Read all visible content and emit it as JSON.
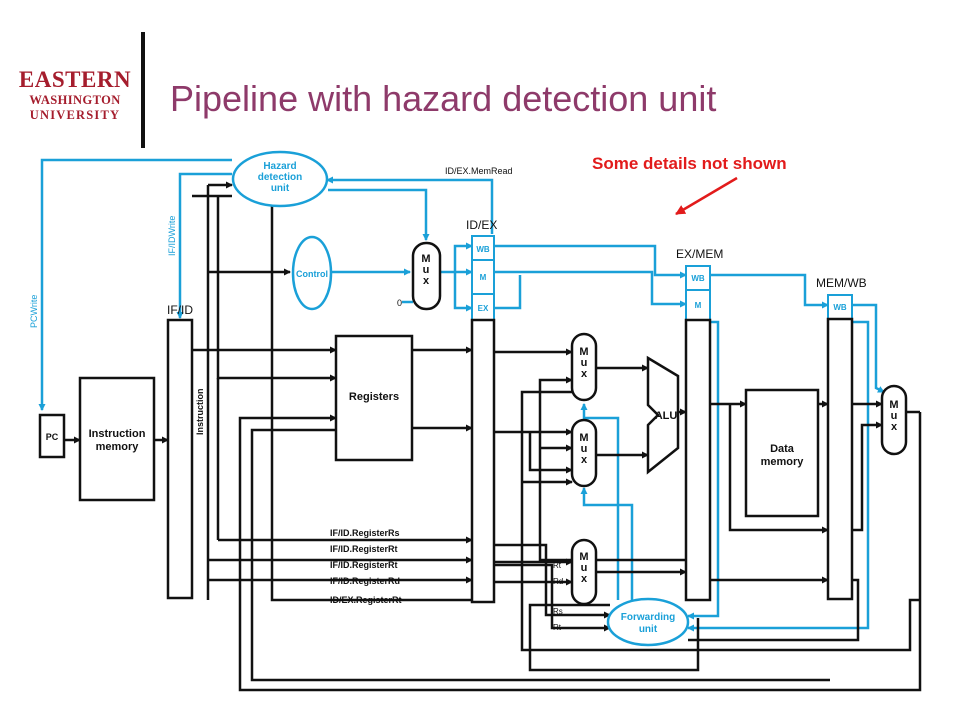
{
  "header": {
    "logo": {
      "line1": "EASTERN",
      "line2": "WASHINGTON",
      "line3": "UNIVERSITY"
    },
    "title": "Pipeline with hazard detection unit",
    "note": "Some details not shown"
  },
  "colors": {
    "title": "#8e3a6a",
    "note": "#e21b1b",
    "control": "#1aa0d8",
    "datapath": "#111111",
    "logo": "#a51d2d"
  },
  "diagram": {
    "hazard_unit": "Hazard detection unit",
    "control": "Control",
    "mux_label": "Mux",
    "pc": "PC",
    "instruction_memory": "Instruction memory",
    "registers": "Registers",
    "alu": "ALU",
    "data_memory": "Data memory",
    "forwarding_unit": "Forwarding unit",
    "instruction_label": "Instruction",
    "zero": "0",
    "pipeline_registers": {
      "if_id": "IF/ID",
      "id_ex": "ID/EX",
      "ex_mem": "EX/MEM",
      "mem_wb": "MEM/WB"
    },
    "stage_fields": {
      "wb": "WB",
      "m": "M",
      "ex": "EX"
    },
    "control_signals": {
      "id_ex_memread": "ID/EX.MemRead",
      "if_id_write": "IF/IDWrite",
      "pc_write": "PCWrite"
    },
    "register_fields": [
      "IF/ID.RegisterRs",
      "IF/ID.RegisterRt",
      "IF/ID.RegisterRt",
      "IF/ID.RegisterRd",
      "ID/EX.RegisterRt"
    ],
    "mux_inputs": {
      "rt": "Rt",
      "rd": "Rd",
      "rs": "Rs"
    }
  }
}
